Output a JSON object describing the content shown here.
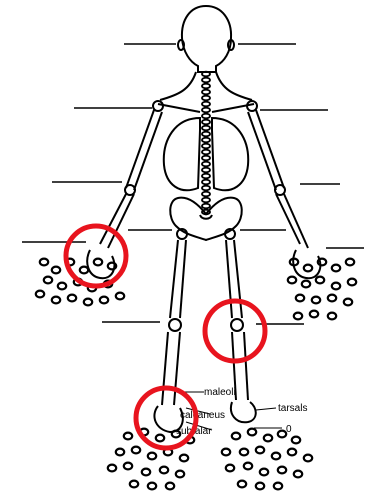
{
  "labels": {
    "maleoli": "maleoli",
    "calcaneus": "calcaneus",
    "subtalar": "subtalar",
    "tarsals": "tarsals",
    "zero": "0"
  },
  "colors": {
    "ink": "#000000",
    "highlight": "#e8141e",
    "background": "#ffffff"
  }
}
